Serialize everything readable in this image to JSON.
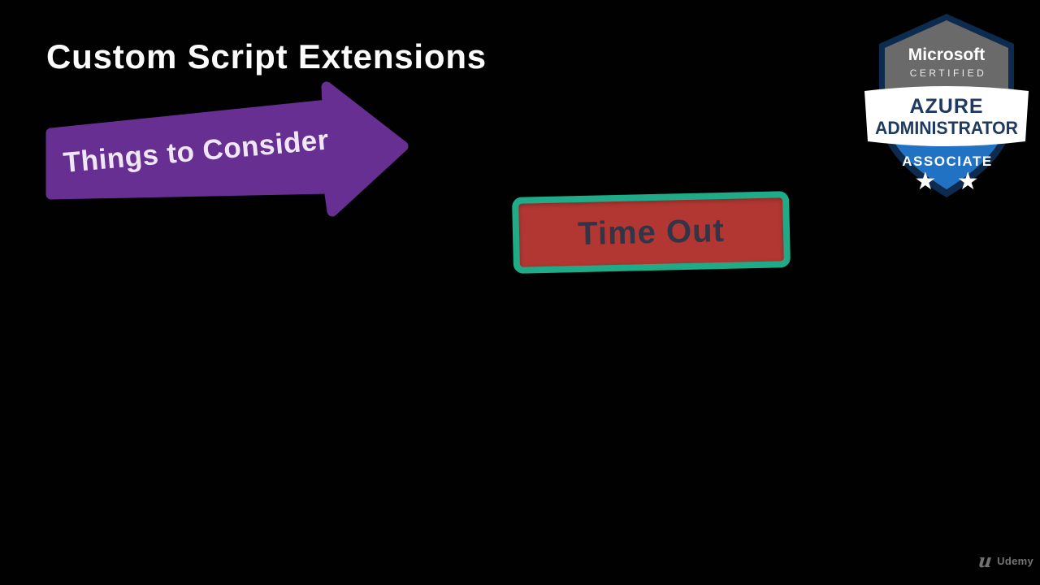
{
  "slide": {
    "title": "Custom Script Extensions",
    "arrow_label": "Things to Consider",
    "timeout_label": "Time Out"
  },
  "badge": {
    "brand": "Microsoft",
    "certified": "CERTIFIED",
    "line1": "AZURE",
    "line2": "ADMINISTRATOR",
    "level": "ASSOCIATE",
    "stars": "★ ★"
  },
  "watermark": {
    "icon_glyph": "u",
    "brand": "Udemy"
  },
  "colors": {
    "background": "#010101",
    "title_text": "#fbfbfb",
    "arrow_purple": "#672f92",
    "arrow_text": "#efe7f6",
    "timeout_fill": "#b23732",
    "timeout_border": "#1fab87",
    "timeout_text": "#303548",
    "badge_navy": "#0d2b4f",
    "badge_gray": "#6a6a6a",
    "badge_blue": "#2272c3",
    "badge_ribbon": "#ffffff",
    "watermark_gray": "#909090"
  }
}
